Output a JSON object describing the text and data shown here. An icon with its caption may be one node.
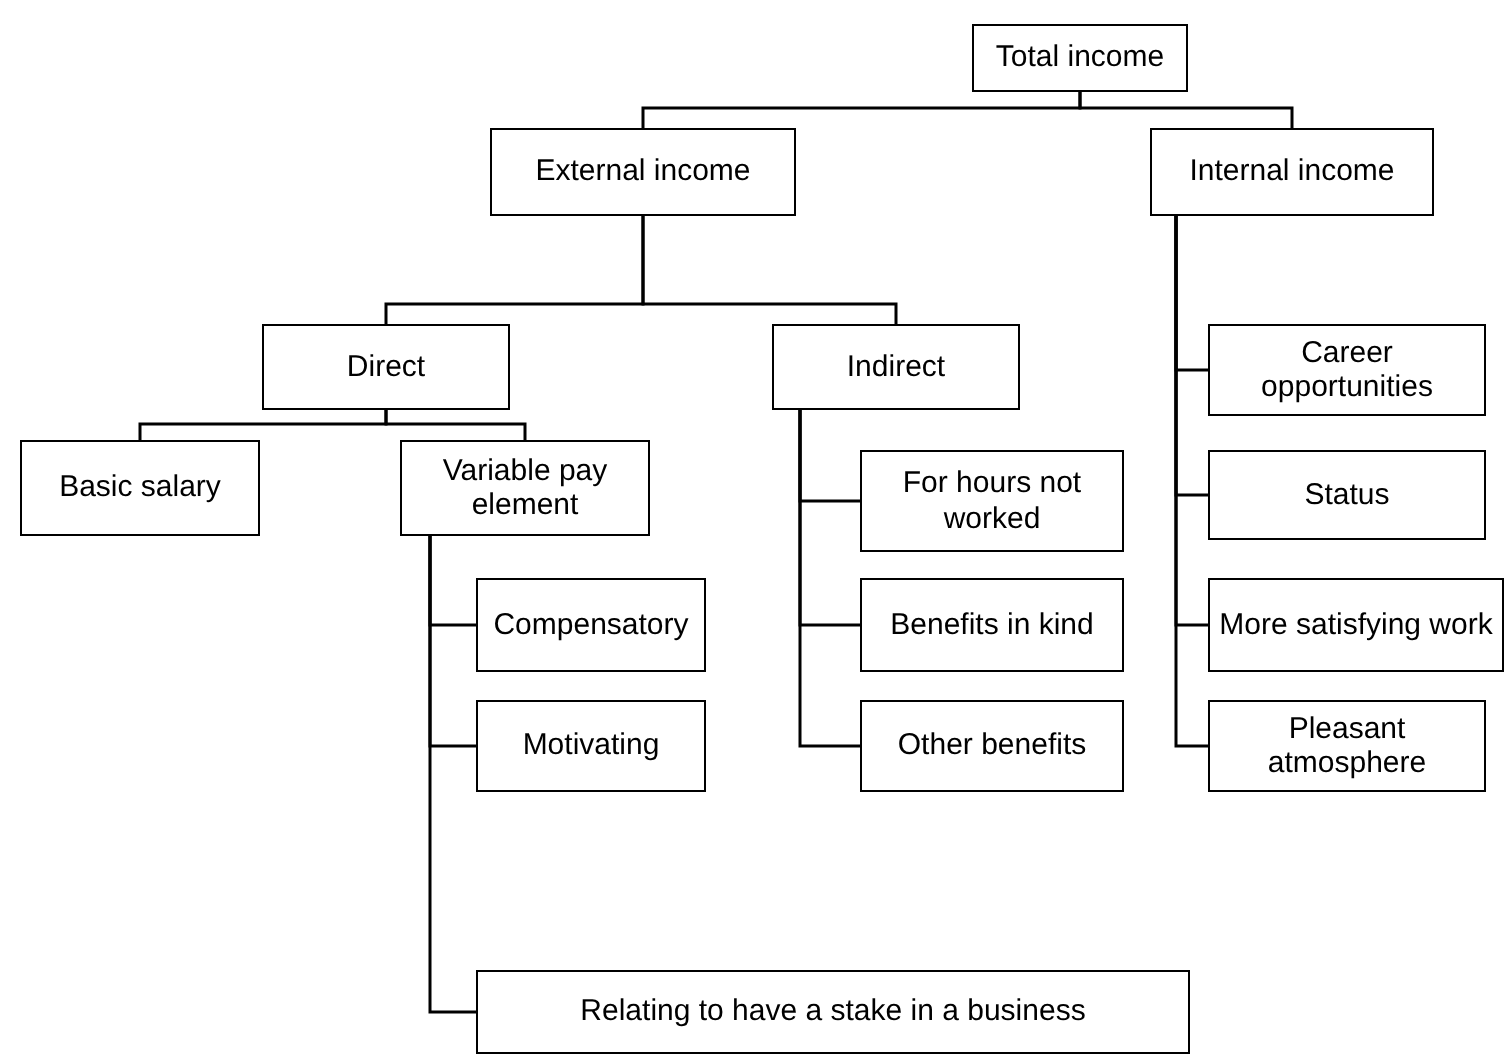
{
  "diagram": {
    "nodes": [
      {
        "text": [
          "Total income"
        ]
      },
      {
        "text": [
          "External income"
        ]
      },
      {
        "text": [
          "Internal income"
        ]
      },
      {
        "text": [
          "Direct"
        ]
      },
      {
        "text": [
          "Indirect"
        ]
      },
      {
        "text": [
          "Basic salary"
        ]
      },
      {
        "text": [
          "Variable pay element"
        ]
      },
      {
        "text": [
          "Compensatory"
        ]
      },
      {
        "text": [
          "Motivating"
        ]
      },
      {
        "text": [
          "Relating to have a stake in a business"
        ]
      },
      {
        "text": [
          "For hours not worked"
        ]
      },
      {
        "text": [
          "Benefits in kind"
        ]
      },
      {
        "text": [
          "Other benefits"
        ]
      },
      {
        "text": [
          "Career opportunities"
        ]
      },
      {
        "text": [
          "Status"
        ]
      },
      {
        "text": [
          "More satisfying work"
        ]
      },
      {
        "text": [
          "Pleasant atmosphere"
        ]
      }
    ],
    "edges": [
      {
        "from": 0,
        "to": 1,
        "arrow": "none"
      },
      {
        "from": 0,
        "to": 2,
        "arrow": "none"
      },
      {
        "from": 1,
        "to": 3,
        "arrow": "none"
      },
      {
        "from": 1,
        "to": 4,
        "arrow": "none"
      },
      {
        "from": 3,
        "to": 5,
        "arrow": "none"
      },
      {
        "from": 3,
        "to": 6,
        "arrow": "none"
      },
      {
        "from": 6,
        "to": 7,
        "arrow": "none"
      },
      {
        "from": 6,
        "to": 8,
        "arrow": "none"
      },
      {
        "from": 6,
        "to": 9,
        "arrow": "none"
      },
      {
        "from": 4,
        "to": 10,
        "arrow": "none"
      },
      {
        "from": 4,
        "to": 11,
        "arrow": "none"
      },
      {
        "from": 4,
        "to": 12,
        "arrow": "none"
      },
      {
        "from": 2,
        "to": 13,
        "arrow": "none"
      },
      {
        "from": 2,
        "to": 14,
        "arrow": "none"
      },
      {
        "from": 2,
        "to": 15,
        "arrow": "none"
      },
      {
        "from": 2,
        "to": 16,
        "arrow": "none"
      }
    ]
  }
}
